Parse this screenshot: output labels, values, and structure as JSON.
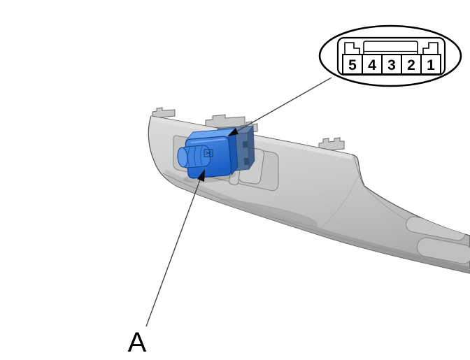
{
  "figure": {
    "type": "technical-illustration",
    "part_label": "A",
    "callout": {
      "pins": [
        "5",
        "4",
        "3",
        "2",
        "1"
      ]
    },
    "colors": {
      "switch_blue": "#2e7ad8",
      "switch_blue_dark": "#1a55ae",
      "switch_blue_light": "#6ea6ee",
      "connector_blue_gray": "#486a94",
      "panel_gray": "#c9c9c9",
      "panel_gray_dark": "#9a9a9a",
      "leader_line": "#444444",
      "outline_black": "#000000"
    }
  }
}
